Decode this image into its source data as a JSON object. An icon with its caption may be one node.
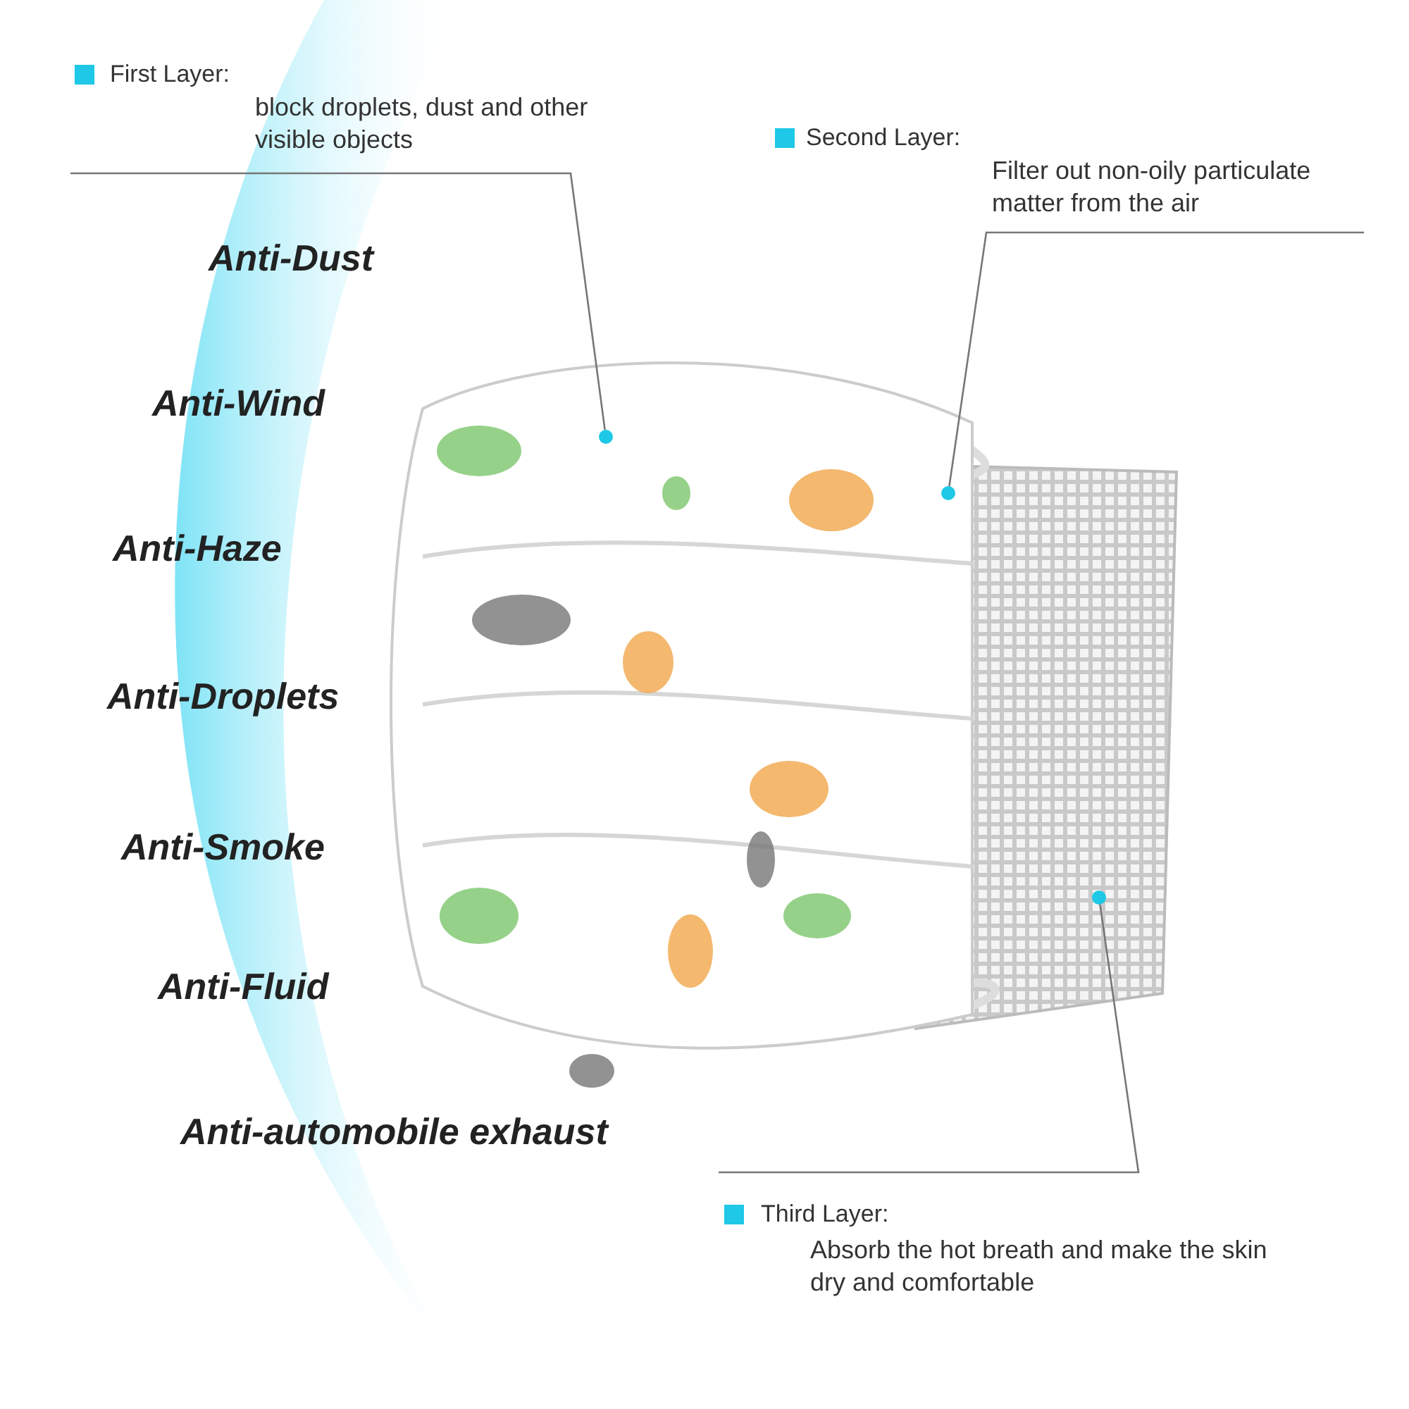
{
  "diagram": {
    "nodes": [
      {
        "text": [
          "First Layer:",
          "block droplets, dust and other visible objects"
        ]
      },
      {
        "text": [],
        "shape": "circle"
      },
      {
        "text": [
          "Second Layer:",
          "Filter out non-oily particulate matter from the air"
        ]
      },
      {
        "text": [],
        "shape": "circle"
      },
      {
        "text": [
          "Third Layer:",
          "Absorb the hot breath and make the skin dry and comfortable"
        ]
      },
      {
        "text": [],
        "shape": "circle"
      }
    ],
    "edges": [
      {
        "from": 0,
        "to": 1,
        "arrow": "none"
      },
      {
        "from": 2,
        "to": 3,
        "arrow": "none"
      },
      {
        "from": 4,
        "to": 5,
        "arrow": "none"
      }
    ],
    "labels": [
      "Anti-Dust",
      "Anti-Wind",
      "Anti-Haze",
      "Anti-Droplets",
      "Anti-Smoke",
      "Anti-Fluid",
      "Anti-automobile exhaust"
    ]
  }
}
